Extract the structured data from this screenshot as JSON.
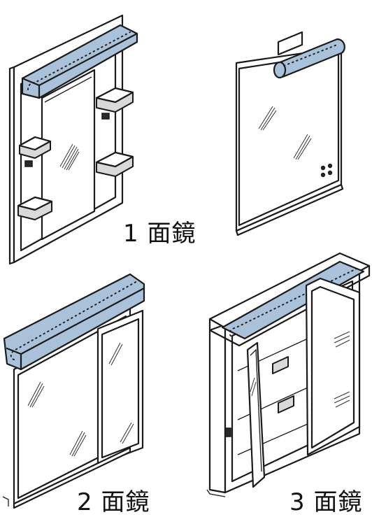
{
  "labels": {
    "one": "1 面鏡",
    "two": "2 面鏡",
    "three": "3 面鏡"
  },
  "colors": {
    "light_bar": "#a9c2da",
    "line": "#1a1a1a",
    "background": "#ffffff"
  }
}
